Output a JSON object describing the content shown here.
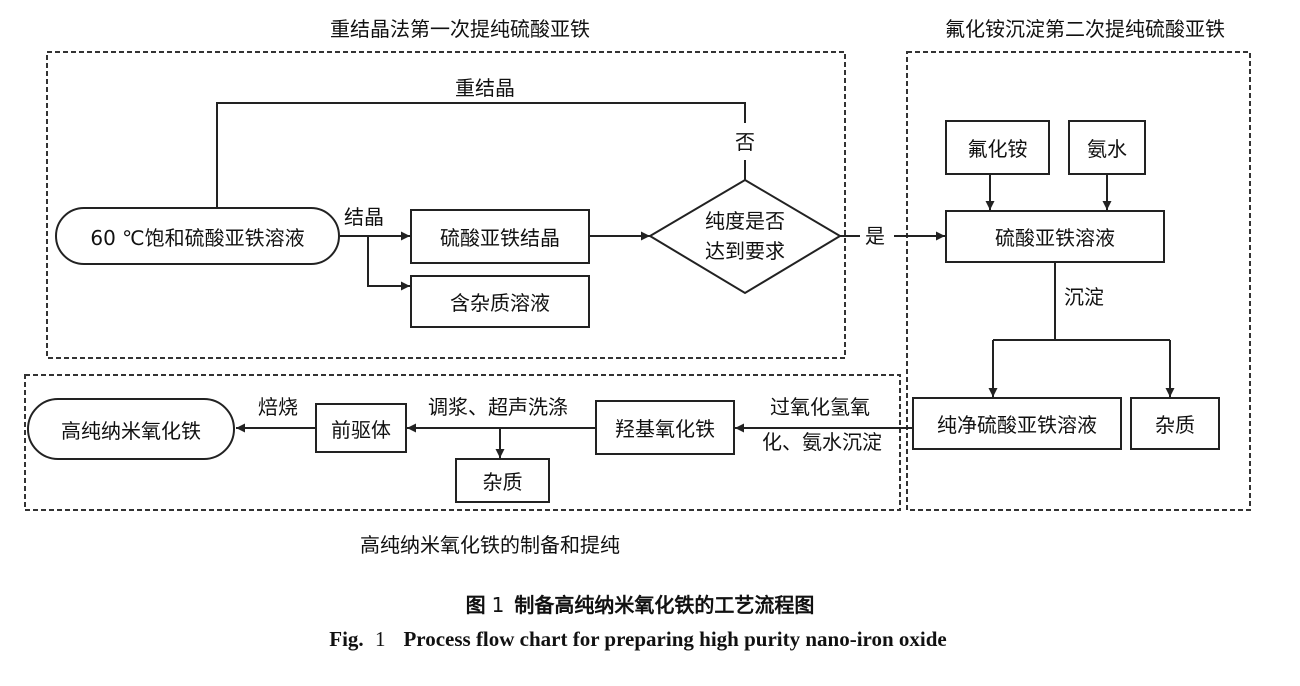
{
  "sections": {
    "first_purification": {
      "title": "重结晶法第一次提纯硫酸亚铁"
    },
    "second_purification": {
      "title": "氟化铵沉淀第二次提纯硫酸亚铁"
    },
    "preparation": {
      "title": "高纯纳米氧化铁的制备和提纯"
    }
  },
  "nodes": {
    "saturated_solution": "60 ℃饱和硫酸亚铁溶液",
    "crystal": "硫酸亚铁结晶",
    "impurity_solution": "含杂质溶液",
    "decision_line1": "纯度是否",
    "decision_line2": "达到要求",
    "ammonium_fluoride": "氟化铵",
    "ammonia_water": "氨水",
    "ferrous_sulfate_solution": "硫酸亚铁溶液",
    "pure_solution": "纯净硫酸亚铁溶液",
    "impurity_precipitate": "杂质",
    "iron_oxyhydroxide": "羟基氧化铁",
    "precursor": "前驱体",
    "impurity_wash": "杂质",
    "product": "高纯纳米氧化铁"
  },
  "edge_labels": {
    "recrystallize": "重结晶",
    "no": "否",
    "crystallize": "结晶",
    "yes": "是",
    "precipitate": "沉淀",
    "oxidation_line1": "过氧化氢氧",
    "oxidation_line2": "化、氨水沉淀",
    "wash": "调浆、超声洗涤",
    "roast": "焙烧"
  },
  "caption": {
    "cn_label": "图",
    "cn_number": "1",
    "cn_title": "制备高纯纳米氧化铁的工艺流程图",
    "en_label": "Fig.",
    "en_number": "1",
    "en_title": "Process flow chart for preparing high purity nano-iron oxide"
  }
}
